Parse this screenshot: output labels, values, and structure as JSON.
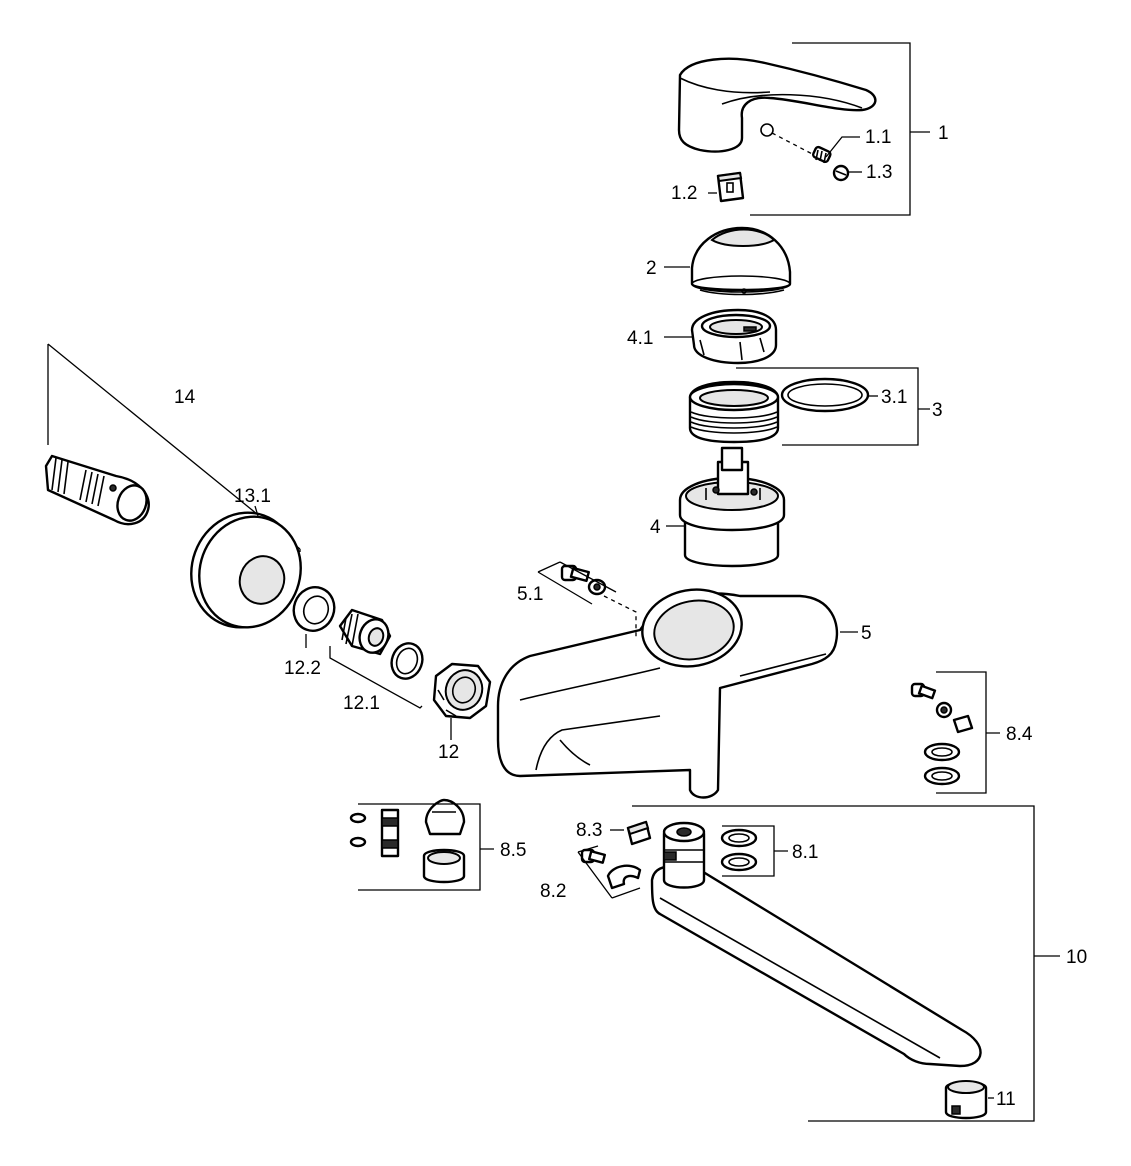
{
  "labels": {
    "p1": "1",
    "p1_1": "1.1",
    "p1_2": "1.2",
    "p1_3": "1.3",
    "p2": "2",
    "p3": "3",
    "p3_1": "3.1",
    "p4": "4",
    "p4_1": "4.1",
    "p5": "5",
    "p5_1": "5.1",
    "p8_1": "8.1",
    "p8_2": "8.2",
    "p8_3": "8.3",
    "p8_4": "8.4",
    "p8_5": "8.5",
    "p10": "10",
    "p11": "11",
    "p12": "12",
    "p12_1": "12.1",
    "p12_2": "12.2",
    "p13_1": "13.1",
    "p14": "14"
  }
}
